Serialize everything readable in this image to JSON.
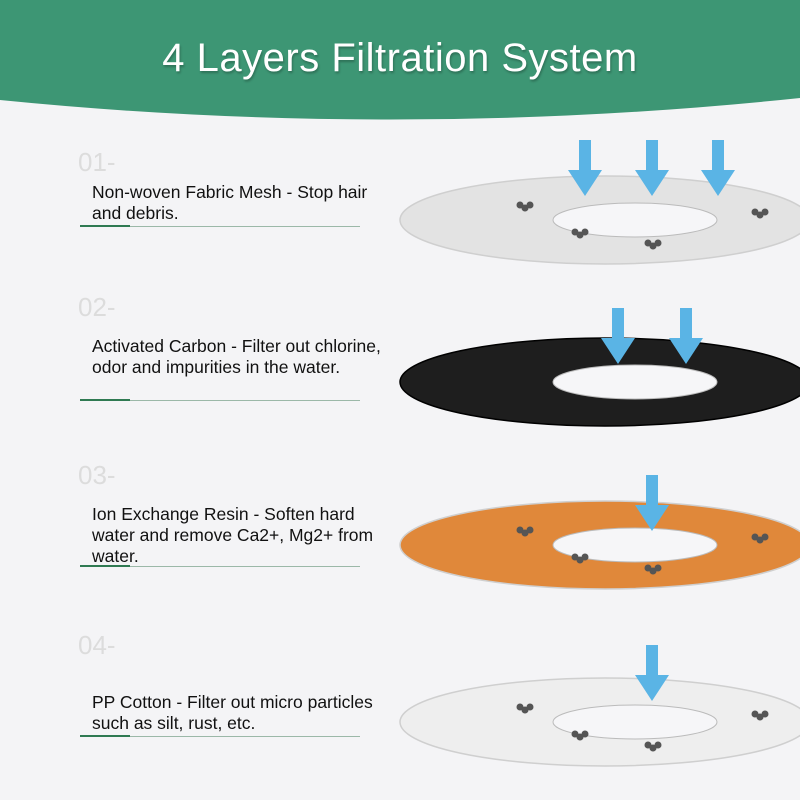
{
  "header": {
    "title": "4 Layers Filtration System",
    "color": "#3d9674"
  },
  "layers": [
    {
      "number": "01-",
      "description": "Non-woven Fabric Mesh - Stop hair and debris.",
      "disc_color": "#e3e3e3",
      "arrows": 3
    },
    {
      "number": "02-",
      "description": "Activated Carbon - Filter out chlorine, odor and impurities in the water.",
      "disc_color": "#1e1e1e",
      "arrows": 2
    },
    {
      "number": "03-",
      "description": "Ion Exchange Resin - Soften hard water and remove Ca2+, Mg2+ from water.",
      "disc_color": "#e0883a",
      "arrows": 1
    },
    {
      "number": "04-",
      "description": "PP Cotton - Filter out micro particles such as silt, rust, etc.",
      "disc_color": "#eeeeee",
      "arrows": 1
    }
  ],
  "arrow_color": "#5ab4e5"
}
